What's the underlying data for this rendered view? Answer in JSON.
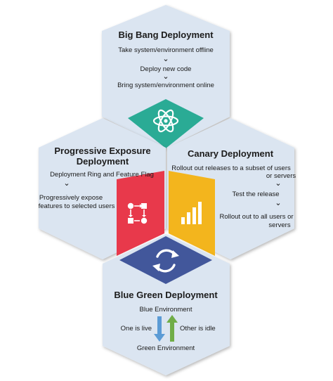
{
  "big_bang": {
    "title": "Big Bang Deployment",
    "steps": [
      "Take system/environment offline",
      "Deploy new code",
      "Bring system/environment online"
    ]
  },
  "progressive": {
    "title_line1": "Progressive Exposure",
    "title_line2": "Deployment",
    "step1": "Deployment Ring and Feature Flag",
    "step2_line1": "Progressively expose",
    "step2_line2": "features to selected users"
  },
  "canary": {
    "title": "Canary Deployment",
    "step1_line1": "Rollout out releases to a subset of users",
    "step1_line2": "or servers",
    "step2": "Test the release",
    "step3_line1": "Rollout out to all users or",
    "step3_line2": "servers"
  },
  "blue_green": {
    "title": "Blue Green Deployment",
    "top": "Blue Environment",
    "left": "One is live",
    "right": "Other is idle",
    "bottom": "Green Environment"
  },
  "icons": {
    "big_bang": "atom-icon",
    "progressive": "workflow-icon",
    "canary": "bar-chart-icon",
    "blue_green": "refresh-icon",
    "chevron": "chevron-down-icon"
  },
  "colors": {
    "hex_fill": "#dbe5f1",
    "teal": "#2aab95",
    "red": "#e8394b",
    "yellow": "#f3b51d",
    "navy": "#42579b",
    "arrow_blue": "#5b9bd5",
    "arrow_green": "#70ad47"
  }
}
